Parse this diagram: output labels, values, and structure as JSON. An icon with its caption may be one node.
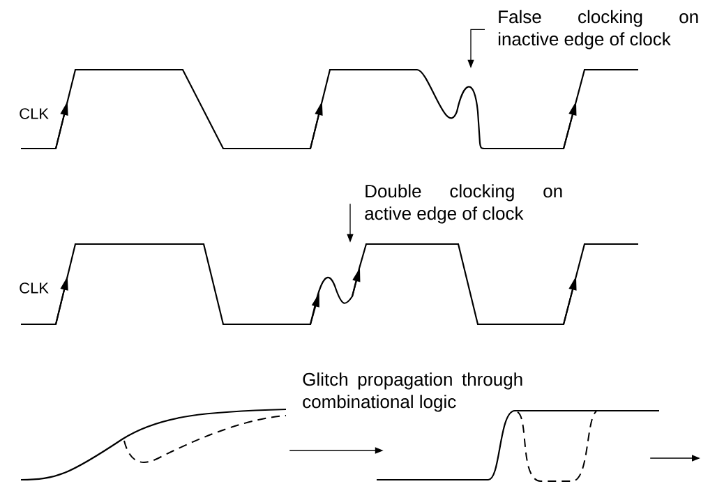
{
  "diagram": {
    "nodes": [
      {
        "text": [
          "False clocking on inactive edge of clock"
        ]
      },
      {
        "text": [],
        "shape": "picture"
      },
      {
        "text": [
          "Double clocking on active edge of clock"
        ]
      },
      {
        "text": [],
        "shape": "picture"
      },
      {
        "text": [],
        "shape": "picture"
      },
      {
        "text": [],
        "shape": "picture"
      }
    ],
    "edges": [
      {
        "from": 0,
        "to": 1,
        "arrow": "to"
      },
      {
        "from": 2,
        "to": 3,
        "arrow": "to"
      },
      {
        "from": 4,
        "to": 5,
        "arrow": "to"
      },
      {
        "from": 5,
        "to": null,
        "arrow": "to"
      }
    ],
    "labels": [
      "CLK",
      "CLK",
      "Glitch propagation through combinational logic"
    ]
  }
}
